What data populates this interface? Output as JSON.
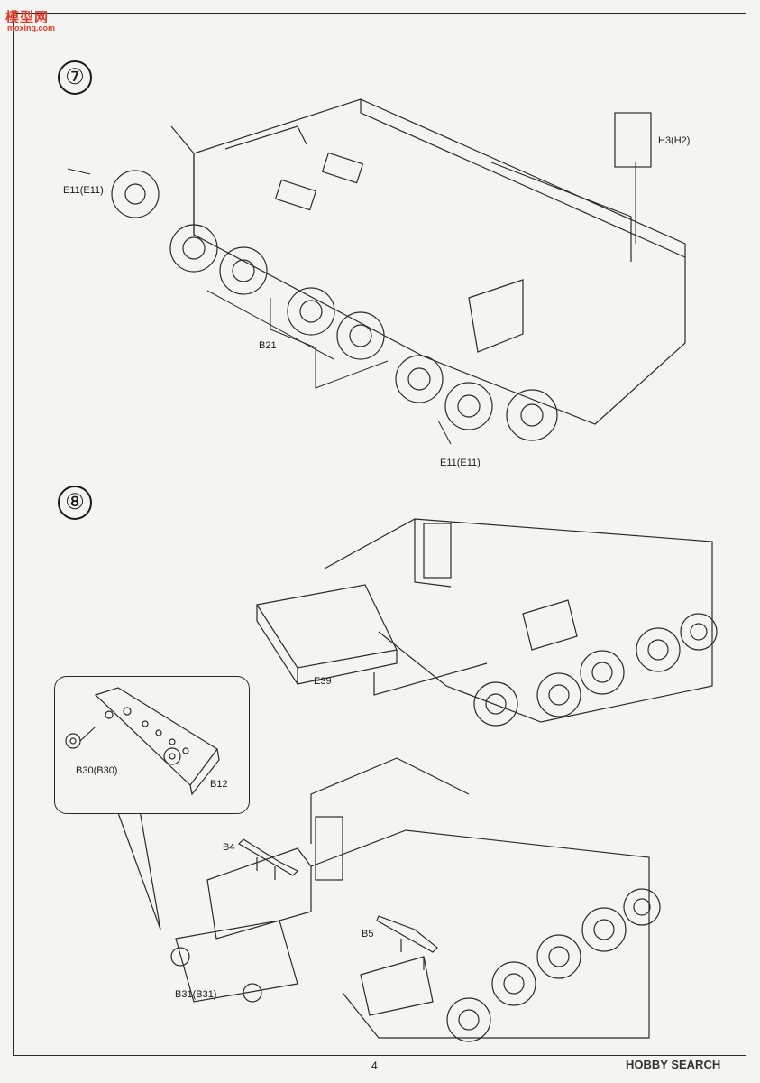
{
  "watermark": {
    "line1": "模型网",
    "line2": "moxing.com"
  },
  "steps": [
    {
      "number": "⑦",
      "labels": {
        "e11_left": "E11(E11)",
        "h3": "H3(H2)",
        "b21": "B21",
        "e11_right": "E11(E11)"
      }
    },
    {
      "number": "⑧",
      "labels": {
        "e39": "E39",
        "b30": "B30(B30)",
        "b12": "B12",
        "b4": "B4",
        "b5": "B5",
        "b31": "B31(B31)"
      }
    }
  ],
  "page_number": "4",
  "footer_brand": "HOBBY SEARCH",
  "colors": {
    "line": "#2a2a2a",
    "paper": "#f4f4f2",
    "watermark": "#e23b2a"
  }
}
